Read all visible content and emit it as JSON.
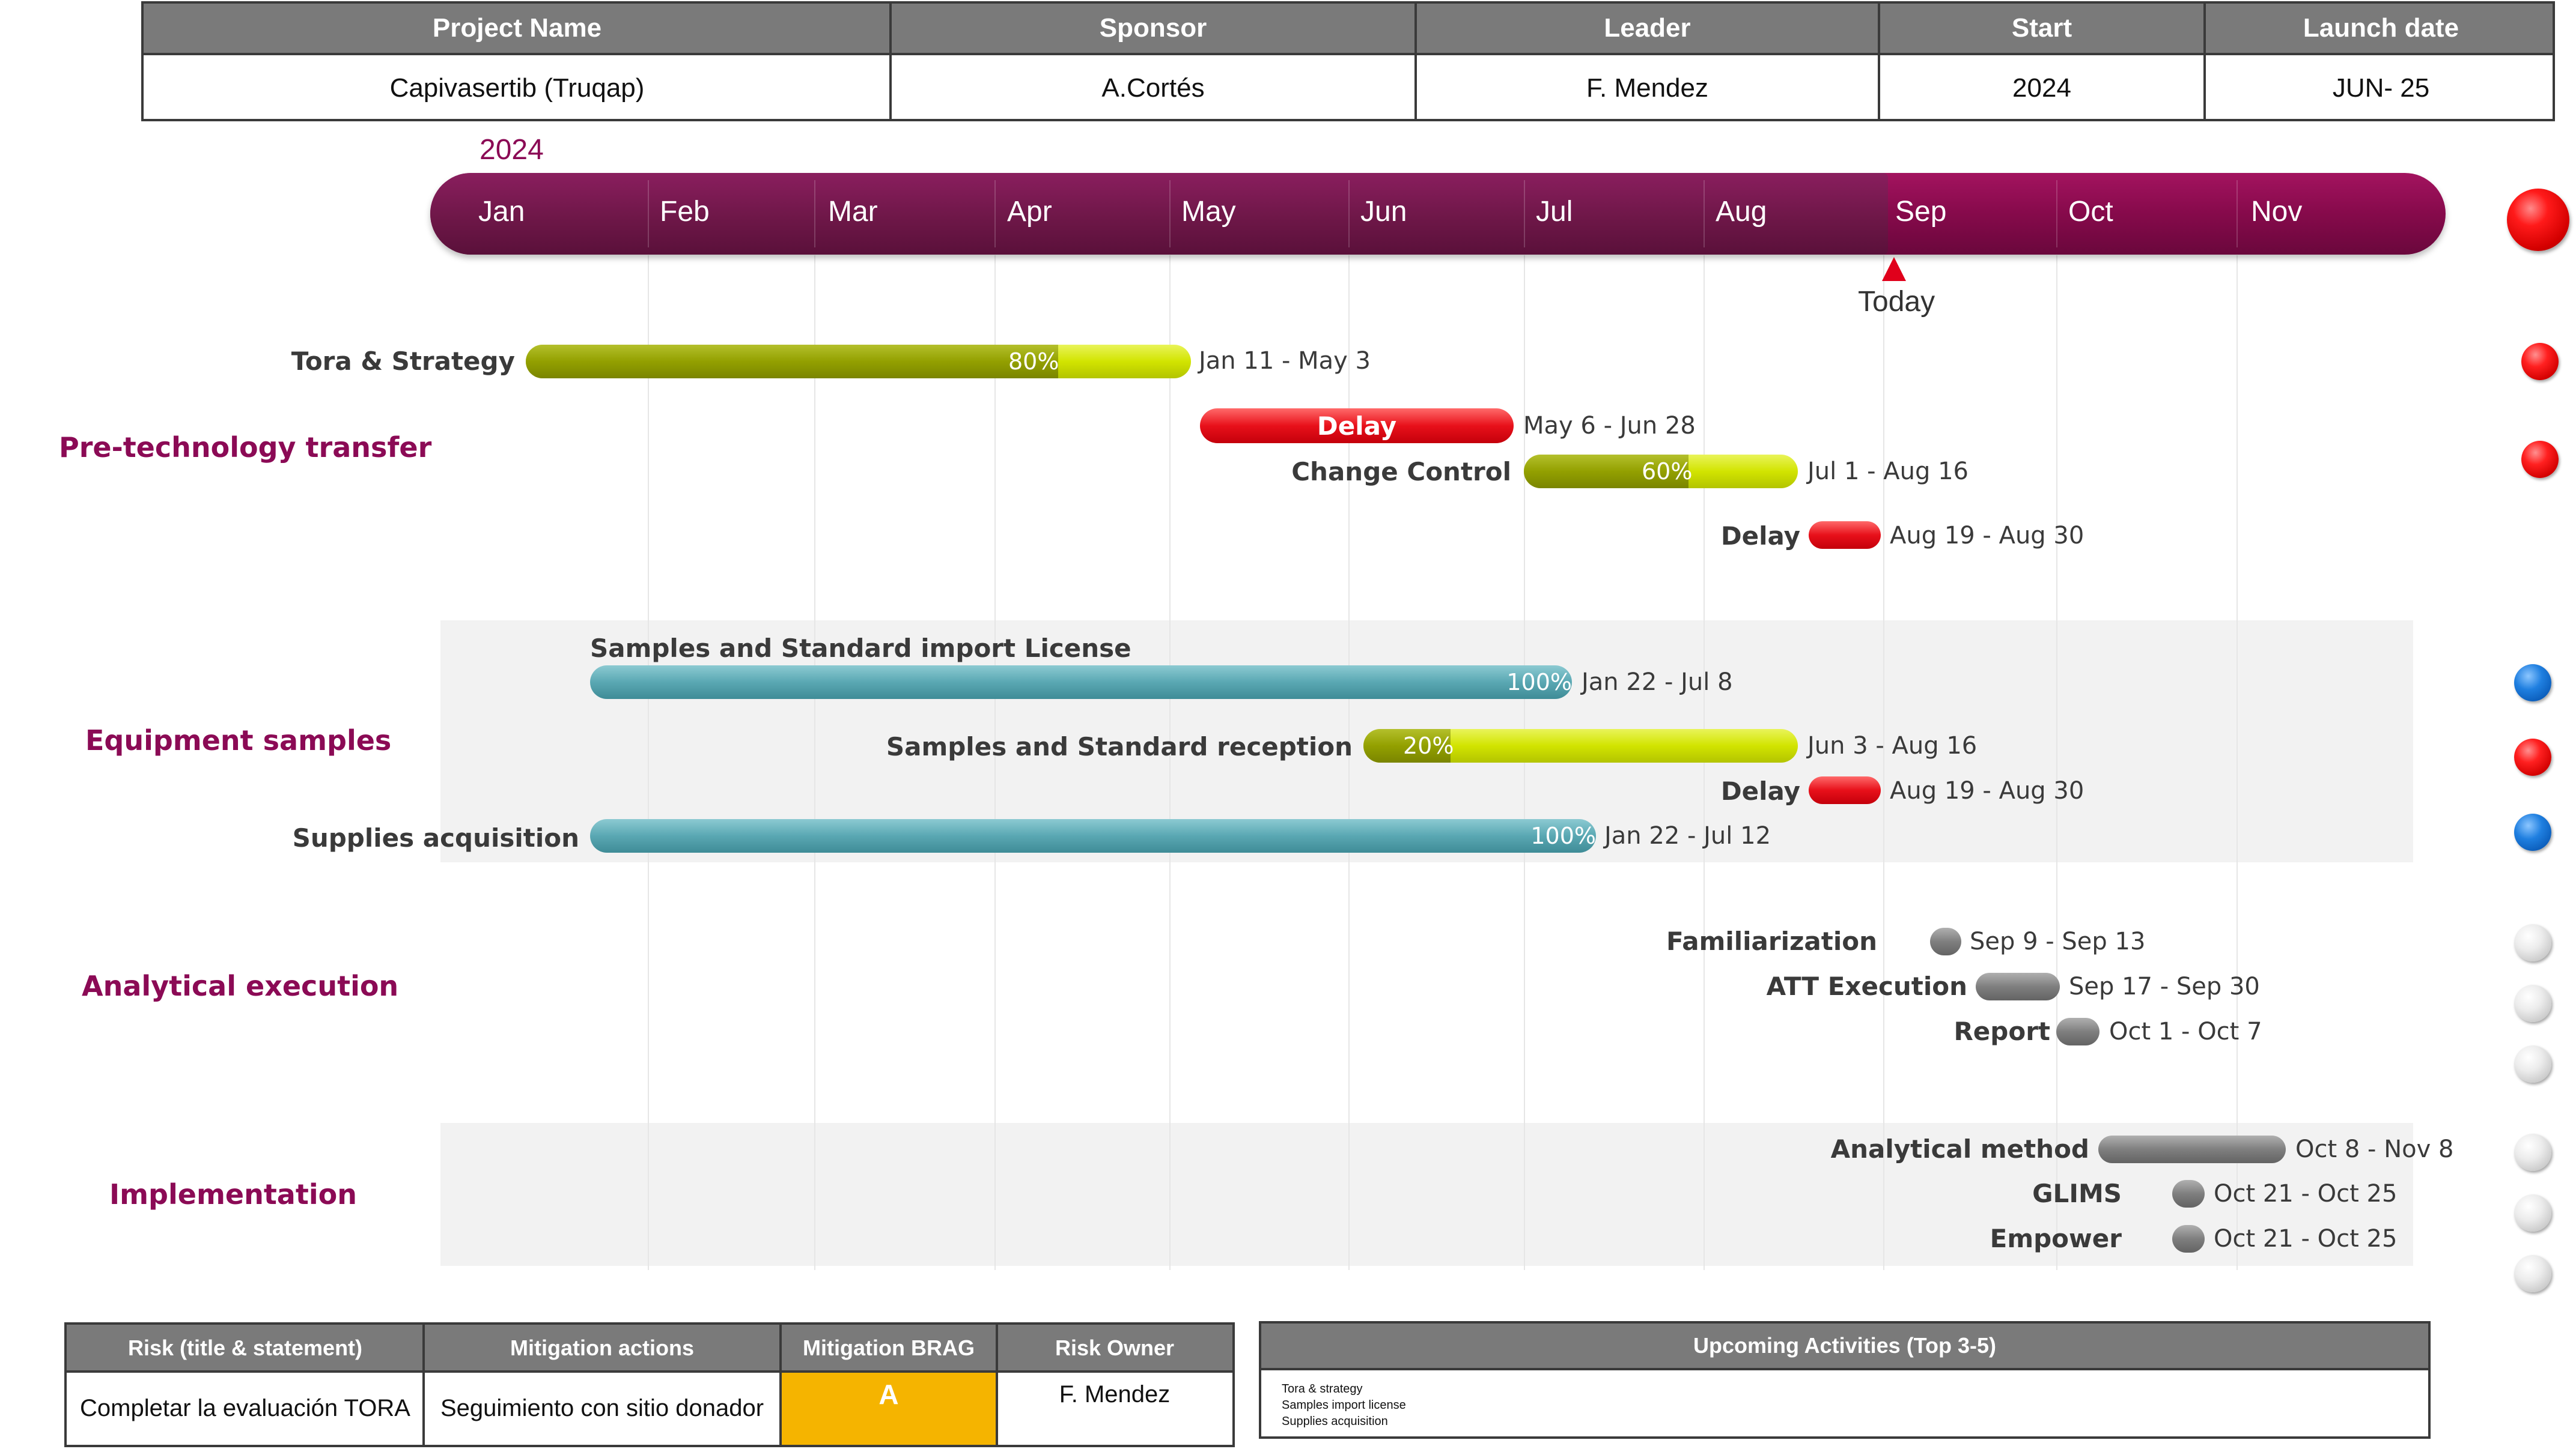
{
  "header": {
    "columns": [
      "Project Name",
      "Sponsor",
      "Leader",
      "Start",
      "Launch date"
    ],
    "values": [
      "Capivasertib (Truqap)",
      "A.Cortés",
      "F. Mendez",
      "2024",
      "JUN- 25"
    ]
  },
  "timeline": {
    "year": "2024",
    "months": [
      "Jan",
      "Feb",
      "Mar",
      "Apr",
      "May",
      "Jun",
      "Jul",
      "Aug",
      "Sep",
      "Oct",
      "Nov"
    ],
    "today_label": "Today",
    "overall_status": "red"
  },
  "sections": {
    "pre_tech": "Pre-technology transfer",
    "equipment": "Equipment samples",
    "analytical": "Analytical execution",
    "implementation": "Implementation"
  },
  "tasks": {
    "tora": {
      "label": "Tora & Strategy",
      "pct": "80%",
      "dates": "Jan 11 - May 3",
      "status": "red"
    },
    "delay1": {
      "label": "Delay",
      "dates": "May 6 - Jun 28",
      "status": "red"
    },
    "change_control": {
      "label": "Change Control",
      "pct": "60%",
      "dates": "Jul 1 - Aug 16"
    },
    "delay2": {
      "label": "Delay",
      "dates": "Aug 19 - Aug 30"
    },
    "import_license": {
      "label": "Samples and Standard import License",
      "pct": "100%",
      "dates": "Jan 22 - Jul 8",
      "status": "blue"
    },
    "reception": {
      "label": "Samples and Standard  reception",
      "pct": "20%",
      "dates": "Jun 3 - Aug 16",
      "status": "red"
    },
    "delay3": {
      "label": "Delay",
      "dates": "Aug 19 - Aug 30"
    },
    "supplies": {
      "label": "Supplies acquisition",
      "pct": "100%",
      "dates": "Jan 22 - Jul 12",
      "status": "blue"
    },
    "familiarization": {
      "label": "Familiarization",
      "dates": "Sep 9 - Sep 13",
      "status": "gray"
    },
    "att": {
      "label": "ATT Execution",
      "dates": "Sep 17 - Sep 30",
      "status": "gray"
    },
    "report": {
      "label": "Report",
      "dates": "Oct 1 - Oct 7",
      "status": "gray"
    },
    "analytical_method": {
      "label": "Analytical method",
      "dates": "Oct 8 - Nov 8",
      "status": "gray"
    },
    "glims": {
      "label": "GLIMS",
      "dates": "Oct 21 - Oct 25",
      "status": "gray"
    },
    "empower": {
      "label": "Empower",
      "dates": "Oct 21 - Oct 25",
      "status": "gray"
    }
  },
  "risk_table": {
    "headers": [
      "Risk (title & statement)",
      "Mitigation actions",
      "Mitigation BRAG",
      "Risk Owner"
    ],
    "risk": "Completar la evaluación TORA",
    "mitigation": "Seguimiento con sitio donador",
    "brag": "A",
    "brag_color": "#f5b400",
    "owner": "F. Mendez"
  },
  "upcoming": {
    "title": "Upcoming Activities (Top 3-5)",
    "items": [
      "Tora & strategy",
      "Samples import license",
      "Supplies acquisition"
    ]
  },
  "colors": {
    "band": "#860a4b",
    "section_text": "#8b0a55",
    "progress": "#93a000",
    "remaining": "#d2e400",
    "delay": "#e8101a",
    "complete": "#5aa8b3",
    "planned": "#7f7f7f"
  }
}
